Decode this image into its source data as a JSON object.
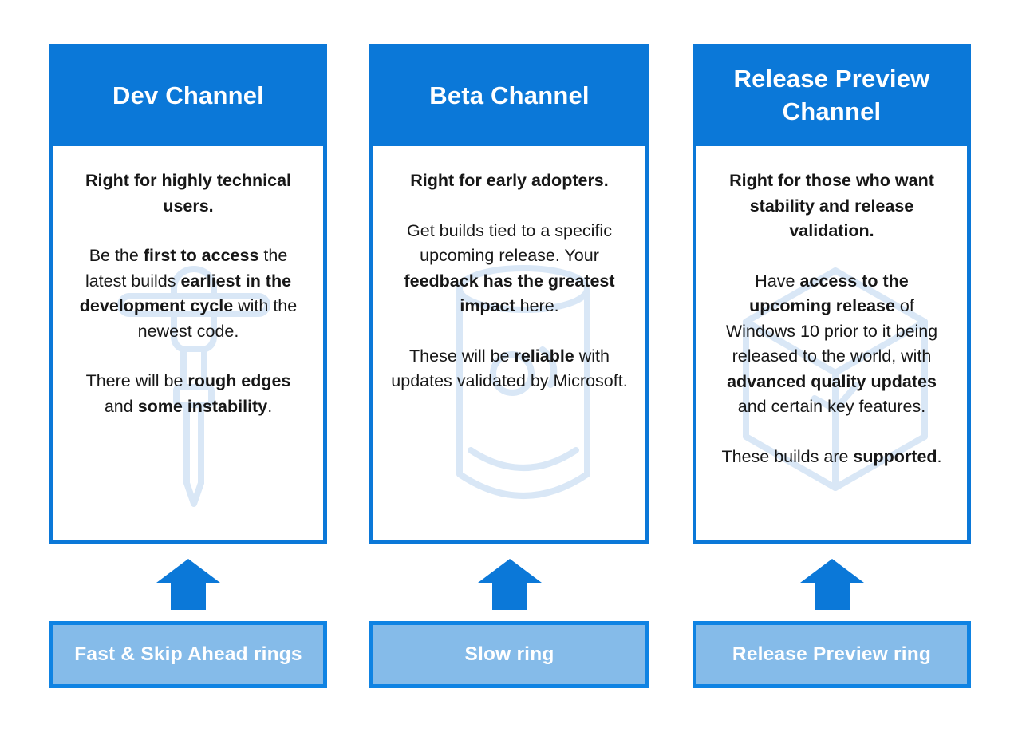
{
  "colors": {
    "primary_blue": "#0b78d8",
    "ring_fill": "#85bbe9",
    "ring_border": "#0f83e3",
    "watermark_blue": "#d9e7f6",
    "body_text": "#171717",
    "header_text": "#ffffff"
  },
  "columns": [
    {
      "title": "Dev Channel",
      "watermark_icon": "jackhammer-icon",
      "arrow_icon": "up-arrow-icon",
      "paragraphs": [
        [
          {
            "t": "Right for highly technical users.",
            "b": true
          }
        ],
        [
          {
            "t": "Be the ",
            "b": false
          },
          {
            "t": "first to access",
            "b": true
          },
          {
            "t": " the latest builds ",
            "b": false
          },
          {
            "t": "earliest in the development cycle",
            "b": true
          },
          {
            "t": " with the newest code.",
            "b": false
          }
        ],
        [
          {
            "t": "There will be ",
            "b": false
          },
          {
            "t": "rough edges",
            "b": true
          },
          {
            "t": " and ",
            "b": false
          },
          {
            "t": "some instability",
            "b": true
          },
          {
            "t": ".",
            "b": false
          }
        ]
      ],
      "ring_label": "Fast & Skip Ahead rings"
    },
    {
      "title": "Beta Channel",
      "watermark_icon": "beaker-icon",
      "arrow_icon": "up-arrow-icon",
      "paragraphs": [
        [
          {
            "t": "Right for early adopters.",
            "b": true
          }
        ],
        [
          {
            "t": "Get builds tied to a specific upcoming release. Your ",
            "b": false
          },
          {
            "t": "feedback has the greatest impact",
            "b": true
          },
          {
            "t": " here.",
            "b": false
          }
        ],
        [
          {
            "t": "These will be ",
            "b": false
          },
          {
            "t": "reliable",
            "b": true
          },
          {
            "t": " with updates validated by Microsoft.",
            "b": false
          }
        ]
      ],
      "ring_label": "Slow ring"
    },
    {
      "title": "Release Preview Channel",
      "watermark_icon": "cube-icon",
      "arrow_icon": "up-arrow-icon",
      "paragraphs": [
        [
          {
            "t": "Right for those who want stability and release validation.",
            "b": true
          }
        ],
        [
          {
            "t": "Have ",
            "b": false
          },
          {
            "t": "access to the upcoming release",
            "b": true
          },
          {
            "t": " of Windows 10 prior to it being released to the world, with ",
            "b": false
          },
          {
            "t": "advanced quality updates",
            "b": true
          },
          {
            "t": " and certain key features.",
            "b": false
          }
        ],
        [
          {
            "t": "These builds are ",
            "b": false
          },
          {
            "t": "supported",
            "b": true
          },
          {
            "t": ".",
            "b": false
          }
        ]
      ],
      "ring_label": "Release Preview ring"
    }
  ]
}
